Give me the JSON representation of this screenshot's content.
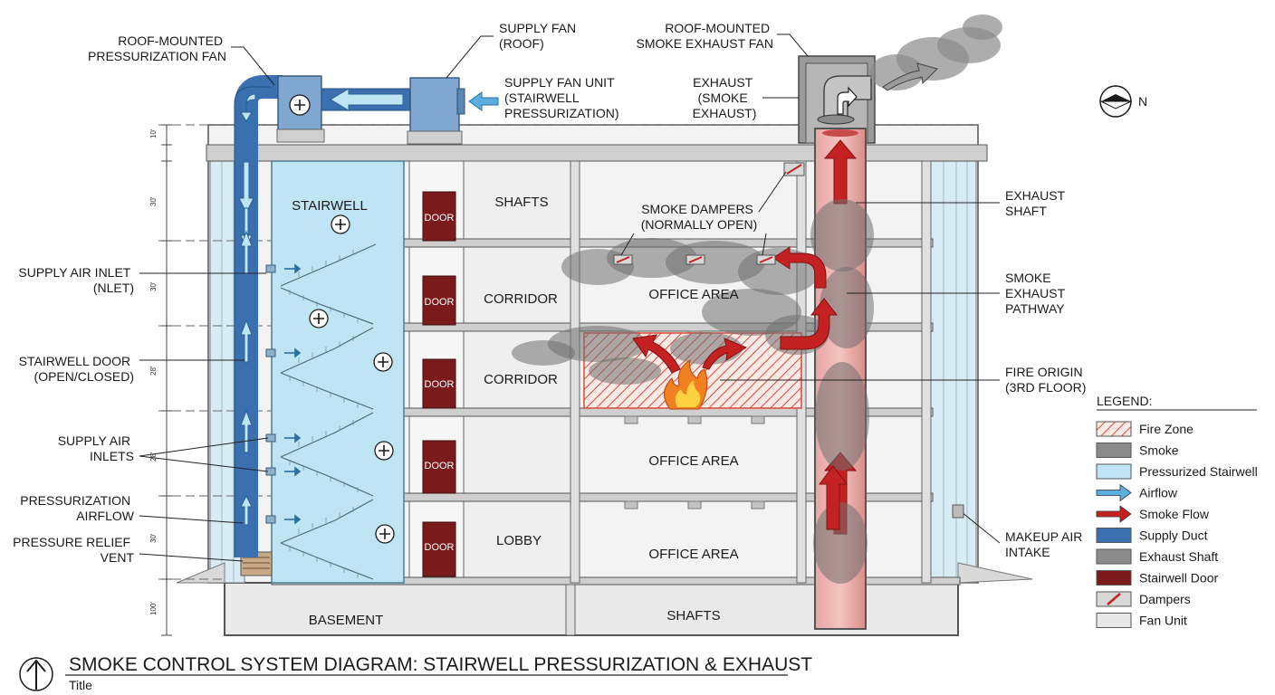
{
  "title": "SMOKE CONTROL SYSTEM DIAGRAM: STAIRWELL PRESSURIZATION & EXHAUST",
  "subtitle": "Title",
  "compass_letter": "N",
  "callouts": {
    "roof_pressurization_fan": [
      "ROOF-MOUNTED",
      "PRESSURIZATION FAN"
    ],
    "supply_fan_roof": [
      "SUPPLY FAN",
      "(ROOF)"
    ],
    "supply_fan_unit": [
      "SUPPLY FAN UNIT",
      "(STAIRWELL",
      "PRESSURIZATION)"
    ],
    "roof_exhaust_fan": [
      "ROOF-MOUNTED",
      "SMOKE EXHAUST FAN"
    ],
    "exhaust": [
      "EXHAUST",
      "(SMOKE",
      "EXHAUST)"
    ],
    "smoke_dampers": [
      "SMOKE DAMPERS",
      "(NORMALLY OPEN)"
    ],
    "exhaust_shaft": [
      "EXHAUST",
      "SHAFT"
    ],
    "smoke_exhaust_pathway": [
      "SMOKE",
      "EXHAUST",
      "PATHWAY"
    ],
    "fire_origin": [
      "FIRE ORIGIN",
      "(3RD FLOOR)"
    ],
    "makeup_air": [
      "MAKEUP AIR",
      "INTAKE"
    ],
    "supply_air_inlet": [
      "SUPPLY AIR INLET",
      "(NLET)"
    ],
    "stairwell_door": [
      "STAIRWELL DOOR",
      "(OPEN/CLOSED)"
    ],
    "supply_air_inlets": [
      "SUPPLY AIR",
      "INLETS"
    ],
    "pressurization_airflow": [
      "PRESSURIZATION",
      "AIRFLOW"
    ],
    "pressure_relief_vent": [
      "PRESSURE RELIEF",
      "VENT"
    ]
  },
  "rooms": {
    "stairwell": "STAIRWELL",
    "shafts_top": "SHAFTS",
    "corridor_1": "CORRIDOR",
    "corridor_2": "CORRIDOR",
    "lobby": "LOBBY",
    "office_1": "OFFICE AREA",
    "office_2": "OFFICE AREA",
    "office_3": "OFFICE AREA",
    "basement": "BASEMENT",
    "shafts_bottom": "SHAFTS",
    "door_label": "DOOR"
  },
  "dimensions": [
    "10'",
    "30'",
    "30'",
    "28'",
    "28'",
    "30'",
    "100'"
  ],
  "legend": {
    "heading": "LEGEND:",
    "items": [
      {
        "label": "Fire Zone",
        "kind": "hatch",
        "color": "#d94a3a"
      },
      {
        "label": "Smoke",
        "kind": "fill",
        "color": "#8a8a8a"
      },
      {
        "label": "Pressurized Stairwell",
        "kind": "fill",
        "color": "#bfe4f4"
      },
      {
        "label": "Airflow",
        "kind": "arrow",
        "color": "#5aaee0"
      },
      {
        "label": "Smoke Flow",
        "kind": "arrow",
        "color": "#c42222"
      },
      {
        "label": "Supply Duct",
        "kind": "fill",
        "color": "#3a6fb0"
      },
      {
        "label": "Exhaust Shaft",
        "kind": "fill",
        "color": "#8c8c8c"
      },
      {
        "label": "Stairwell Door",
        "kind": "fill",
        "color": "#7a1a1a"
      },
      {
        "label": "Dampers",
        "kind": "damper",
        "color": "#d8d8d8"
      },
      {
        "label": "Fan Unit",
        "kind": "fill",
        "color": "#e8e8e8"
      }
    ]
  },
  "colors": {
    "stairwell": "#bfe4f4",
    "duct": "#3a6fb0",
    "fire": "#d94a3a",
    "smoke_flow": "#c42222",
    "door": "#7a1a1a",
    "slab": "#cfcfcf"
  }
}
